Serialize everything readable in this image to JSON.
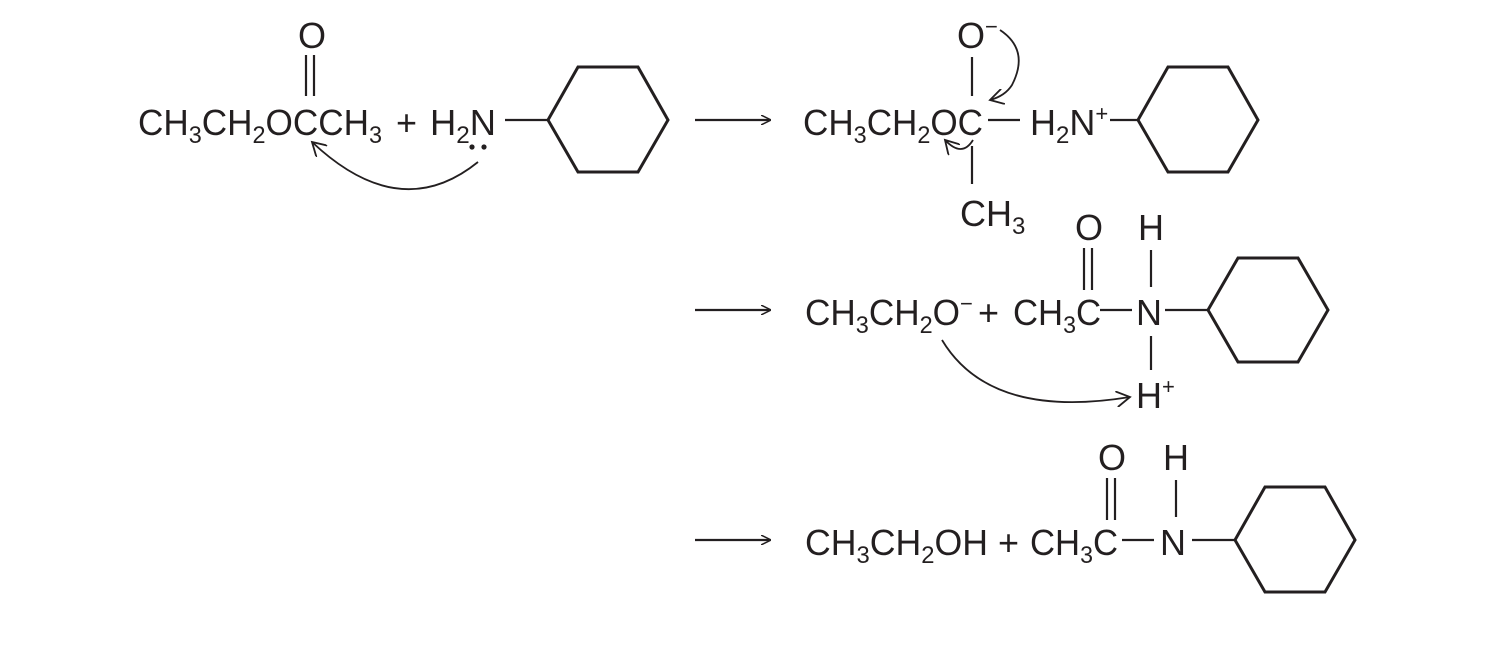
{
  "title": "Nucleophilic acyl substitution: ethyl acetate + cyclohexylamine",
  "step1": {
    "ester": [
      "CH",
      "3",
      "CH",
      "2",
      "OCCH",
      "3"
    ],
    "carbonyl_o": "O",
    "plus": "+",
    "amine": [
      "H",
      "2",
      "N"
    ]
  },
  "step2": {
    "left": [
      "CH",
      "3",
      "CH",
      "2",
      "OC"
    ],
    "ammonium": [
      "H",
      "2",
      "N",
      "+"
    ],
    "oxide": [
      "O",
      "−"
    ],
    "methyl": [
      "CH",
      "3"
    ]
  },
  "step3": {
    "ethoxide": [
      "CH",
      "3",
      "CH",
      "2",
      "O",
      "−"
    ],
    "plus": "+",
    "acyl": [
      "CH",
      "3",
      "C"
    ],
    "carbonyl_o": "O",
    "n": "N",
    "h_top": "H",
    "h_plus": [
      "H",
      "+"
    ]
  },
  "step4": {
    "ethanol": [
      "CH",
      "3",
      "CH",
      "2",
      "OH"
    ],
    "plus": "+",
    "acyl": [
      "CH",
      "3",
      "C"
    ],
    "carbonyl_o": "O",
    "n": "N",
    "h_top": "H"
  }
}
